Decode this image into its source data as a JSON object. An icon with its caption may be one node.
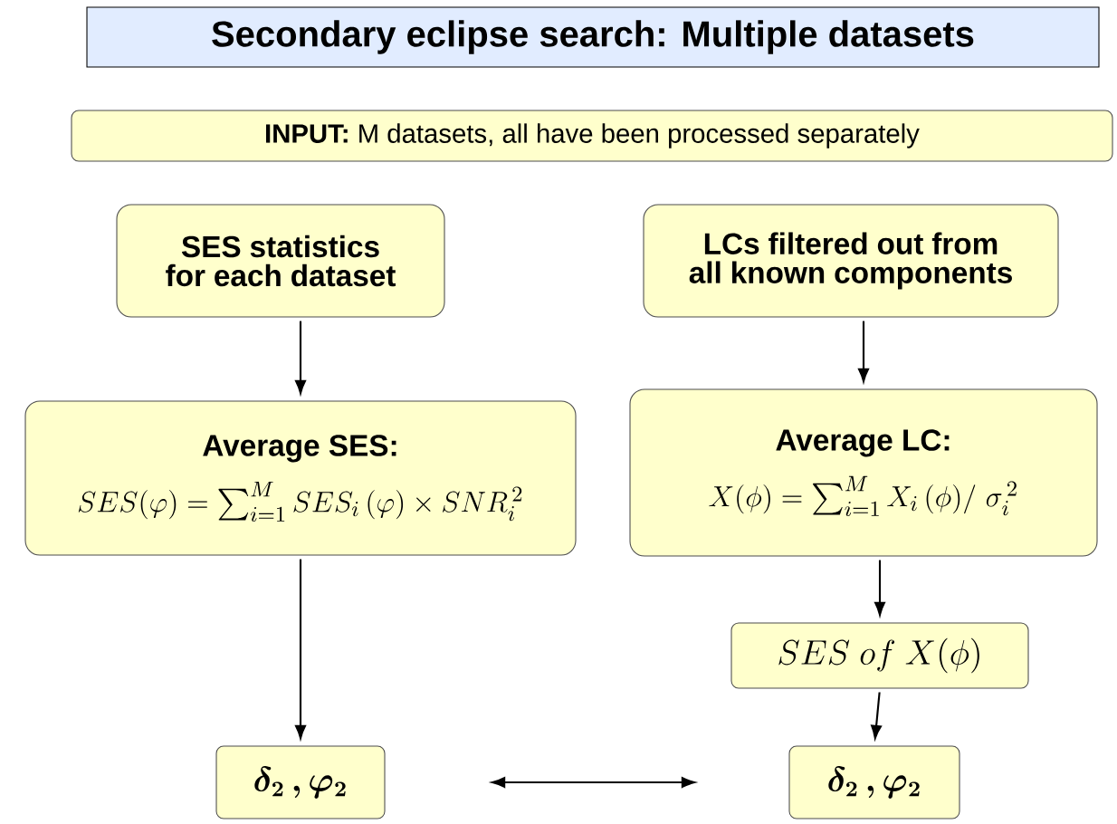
{
  "diagram": {
    "title": "Secondary eclipse search: Multiple datasets",
    "nodes": [
      {
        "text": [
          "**INPUT:** M datasets, all have been processed separately"
        ]
      },
      {
        "text": [
          "SES statistics for each dataset"
        ]
      },
      {
        "text": [
          "LCs filtered out from all known components"
        ]
      },
      {
        "text": [
          "Average SES:",
          "SES(\\varphi)= \\sum_{i=1}^{M} SES_i\\,(\\varphi)\\times SNR_i^{\\,2}"
        ]
      },
      {
        "text": [
          "Average LC:",
          "X(\\phi) = \\sum_{i=1}^{M} X_i\\,(\\phi)/\\ \\sigma_i^{\\,2}"
        ]
      },
      {
        "text": [
          "SES\\ of\\ X(\\phi)"
        ]
      },
      {
        "text": [
          "\\boldsymbol{\\delta_2\\,,\\varphi_2}"
        ]
      },
      {
        "text": [
          "\\boldsymbol{\\delta_2\\,,\\varphi_2}"
        ]
      }
    ],
    "edges": [
      {
        "from": 1,
        "to": 3,
        "arrow": "to"
      },
      {
        "from": 2,
        "to": 4,
        "arrow": "to"
      },
      {
        "from": 4,
        "to": 5,
        "arrow": "to"
      },
      {
        "from": 3,
        "to": 6,
        "arrow": "to"
      },
      {
        "from": 5,
        "to": 7,
        "arrow": "to"
      },
      {
        "from": 6,
        "to": 7,
        "arrow": "both"
      }
    ]
  }
}
